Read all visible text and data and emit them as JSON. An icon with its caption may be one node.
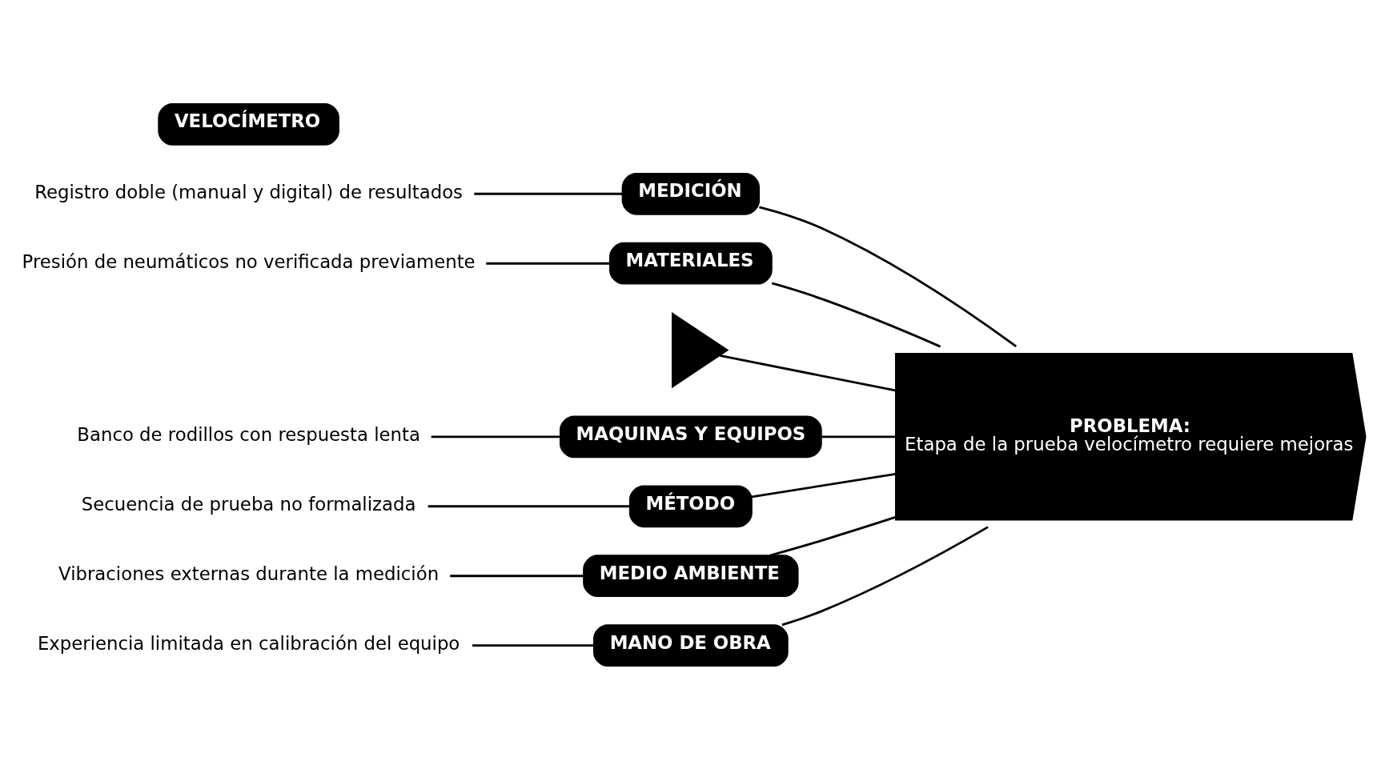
{
  "diagram": {
    "nodes": [
      {
        "text": [
          "MANO DE OBRA"
        ]
      },
      {
        "text": [
          "MEDICIÓN"
        ]
      },
      {
        "text": [
          "MATERIALES"
        ]
      },
      {
        "text": [
          "VELOCÍMETRO"
        ]
      },
      {
        "text": [
          "Experiencia limitada en calibración del equipo"
        ]
      },
      {
        "text": [
          "Registro doble (manual y digital) de resultados"
        ]
      },
      {
        "text": [
          "Presión de neumáticos no verificada previamente"
        ]
      },
      {
        "text": [],
        "shape": "triangle"
      },
      {
        "text": [
          "PROBLEMA:",
          "Etapa de la prueba velocímetro requiere mejoras"
        ]
      },
      {
        "text": [
          "Banco de rodillos con respuesta lenta"
        ]
      },
      {
        "text": [
          "Secuencia de prueba no formalizada"
        ]
      },
      {
        "text": [
          "Vibraciones externas durante la medición"
        ]
      },
      {
        "text": [
          "MAQUINAS Y EQUIPOS"
        ]
      },
      {
        "text": [
          "MÉTODO"
        ]
      },
      {
        "text": [
          "MEDIO AMBIENTE"
        ]
      }
    ],
    "edges": [
      {
        "from": 7,
        "to": 8,
        "arrow": "none"
      },
      {
        "from": 0,
        "to": 8,
        "arrow": "none"
      },
      {
        "from": 1,
        "to": 8,
        "arrow": "none"
      },
      {
        "from": 2,
        "to": 8,
        "arrow": "none"
      },
      {
        "from": 12,
        "to": 8,
        "arrow": "none"
      },
      {
        "from": 13,
        "to": 8,
        "arrow": "none"
      },
      {
        "from": 14,
        "to": 8,
        "arrow": "none"
      },
      {
        "from": 4,
        "to": 0,
        "arrow": "none"
      },
      {
        "from": 5,
        "to": 1,
        "arrow": "none"
      },
      {
        "from": 6,
        "to": 2,
        "arrow": "none"
      },
      {
        "from": 9,
        "to": 12,
        "arrow": "none"
      },
      {
        "from": 10,
        "to": 13,
        "arrow": "none"
      },
      {
        "from": 11,
        "to": 14,
        "arrow": "none"
      }
    ]
  }
}
